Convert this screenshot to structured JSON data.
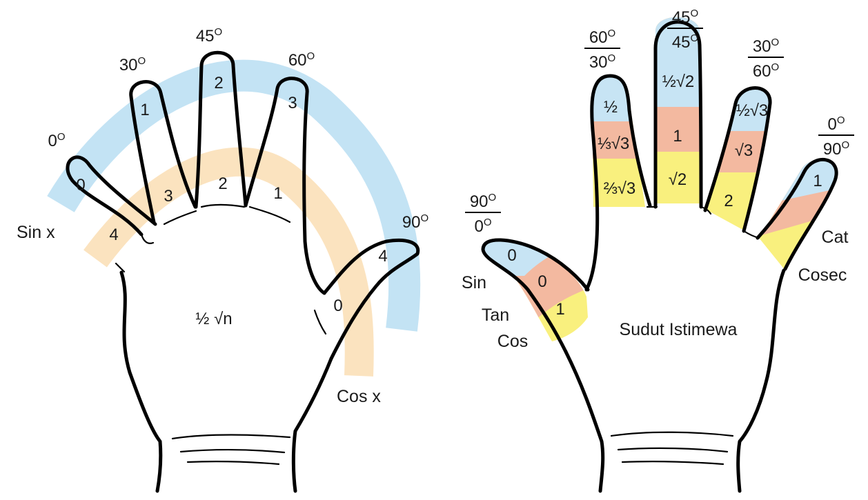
{
  "colors": {
    "sin_band": "#c3e3f4",
    "cos_band": "#fbe3bf",
    "sin_row": "#c7e4f4",
    "tan_row": "#f3b9a0",
    "cos_row": "#f9f07e",
    "outline": "#000000"
  },
  "left_hand": {
    "angles": [
      "0",
      "30",
      "45",
      "60",
      "90"
    ],
    "degree_mark": "O",
    "sin_numbers": [
      "0",
      "1",
      "2",
      "3",
      "4"
    ],
    "cos_numbers": [
      "4",
      "3",
      "2",
      "1",
      "0"
    ],
    "sin_label": "Sin x",
    "cos_label": "Cos x",
    "formula": "½ √n"
  },
  "right_hand": {
    "angle_pairs": [
      {
        "top": "90",
        "bottom": "0"
      },
      {
        "top": "60",
        "bottom": "30"
      },
      {
        "top": "45",
        "bottom": "45"
      },
      {
        "top": "30",
        "bottom": "60"
      },
      {
        "top": "0",
        "bottom": "90"
      }
    ],
    "thumb_values": [
      "0",
      "0",
      "1"
    ],
    "finger1_values": [
      "½",
      "⅓√3",
      "⅔√3"
    ],
    "finger2_values": [
      "½√2",
      "1",
      "√2"
    ],
    "finger3_values": [
      "½√3",
      "√3",
      "2"
    ],
    "pinky_values": [
      "1"
    ],
    "func_labels": [
      "Sin",
      "Tan",
      "Cos"
    ],
    "func_labels_right": [
      "Cat",
      "Cosec"
    ],
    "title": "Sudut Istimewa"
  }
}
